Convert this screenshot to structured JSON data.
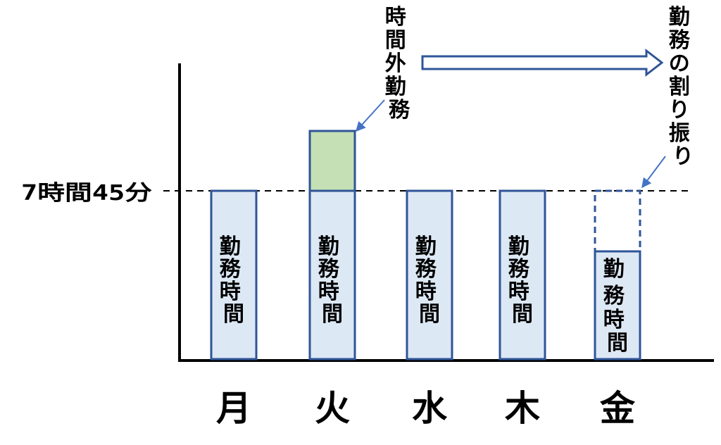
{
  "threshold_label": "7時間45分",
  "bar_label": "勤務時間",
  "overtime_label": "時間外勤務",
  "reallocation_label": "勤務の割り振り",
  "days": [
    {
      "name": "月",
      "state": "normal"
    },
    {
      "name": "火",
      "state": "overtime"
    },
    {
      "name": "水",
      "state": "normal"
    },
    {
      "name": "木",
      "state": "normal"
    },
    {
      "name": "金",
      "state": "shortened"
    }
  ],
  "colors": {
    "work": "#dde8f5",
    "work_border": "#2f5597",
    "overtime": "#c5e0b4",
    "arrow": "#2f5597",
    "axis": "#000000"
  }
}
